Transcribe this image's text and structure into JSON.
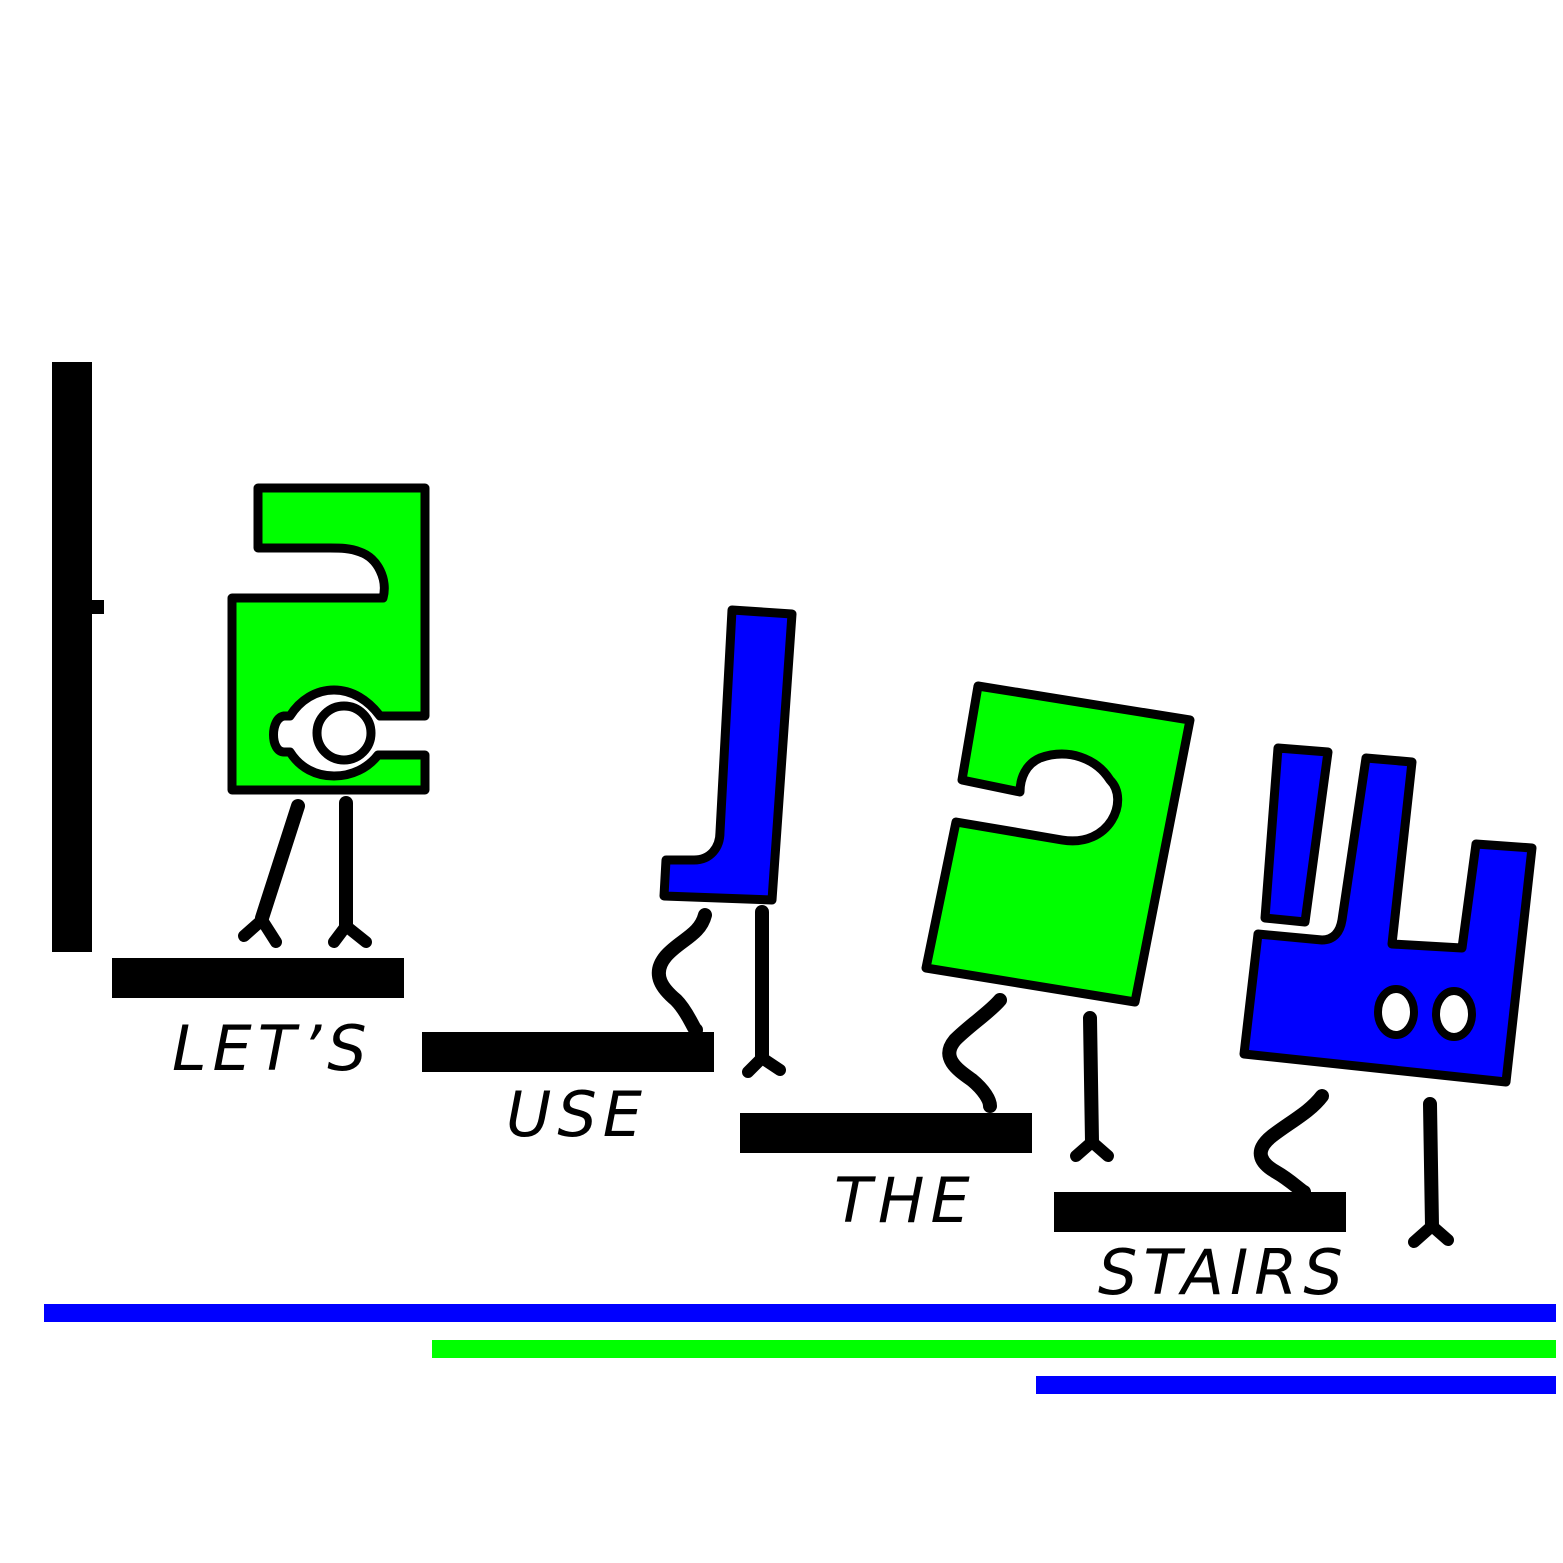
{
  "captions": {
    "word1": "LET’S",
    "word2": "USE",
    "word3": "THE",
    "word4": "STAIRS"
  },
  "colors": {
    "background": "#ffffff",
    "green": "#00ff00",
    "blue": "#0000ff",
    "outline": "#000000"
  }
}
